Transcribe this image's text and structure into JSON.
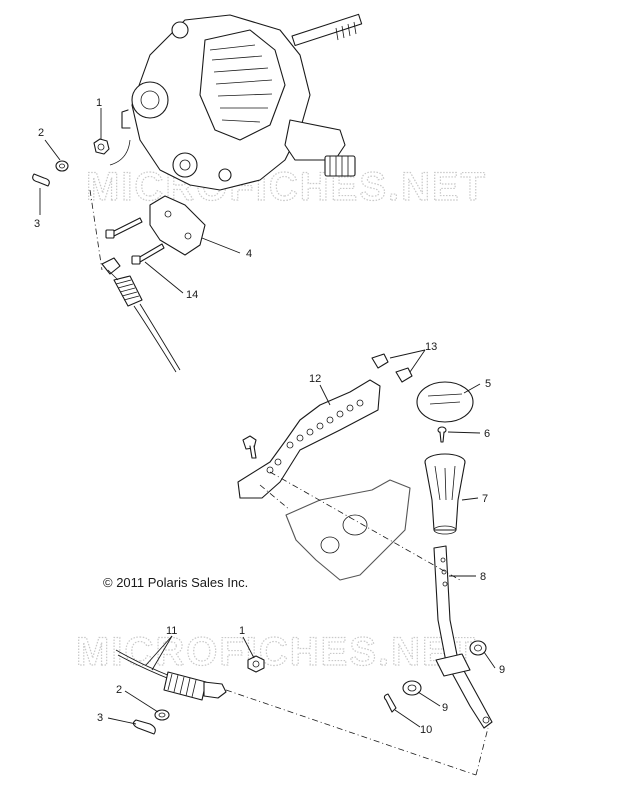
{
  "watermark": {
    "text": "MICROFICHES.NET"
  },
  "copyright": "© 2011 Polaris Sales Inc.",
  "callouts": {
    "c1a": "1",
    "c2a": "2",
    "c3a": "3",
    "c4": "4",
    "c14": "14",
    "c13": "13",
    "c12": "12",
    "c5": "5",
    "c6": "6",
    "c7": "7",
    "c8": "8",
    "c9a": "9",
    "c9b": "9",
    "c10": "10",
    "c11": "11",
    "c1b": "1",
    "c2b": "2",
    "c3b": "3"
  }
}
